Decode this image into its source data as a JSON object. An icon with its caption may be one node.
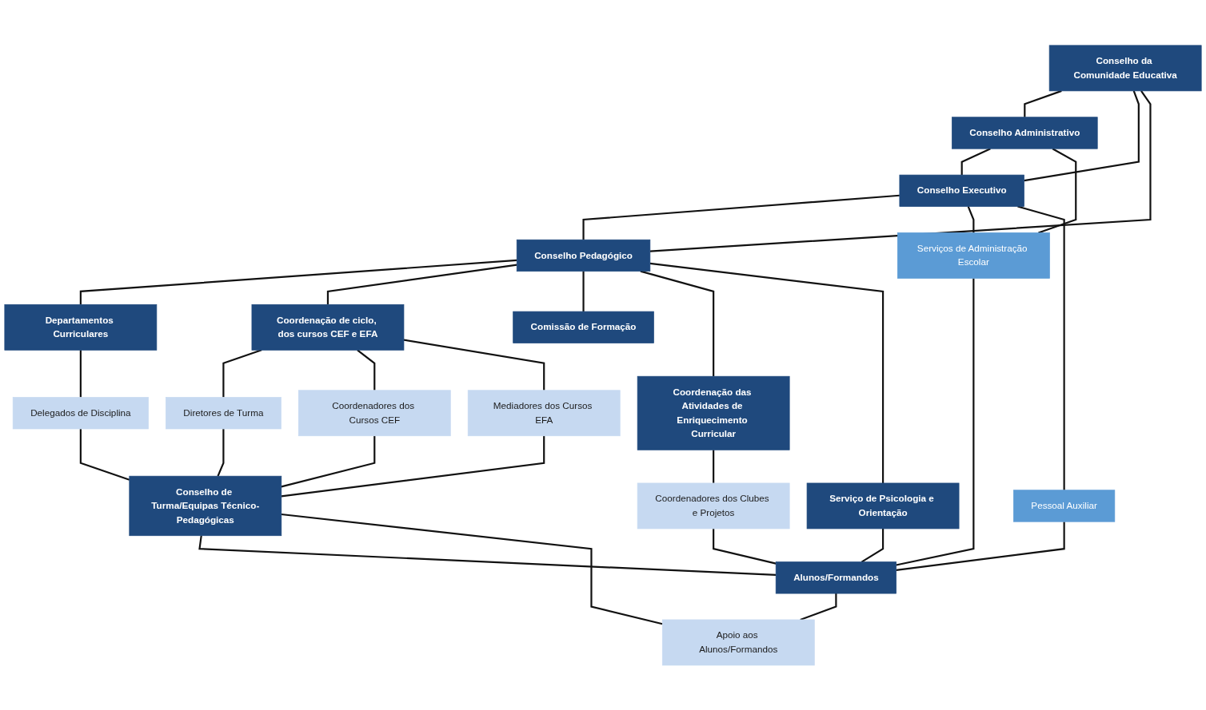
{
  "diagram": {
    "nodes": [
      {
        "text": [
          "Conselho da Comunidade Educativa"
        ]
      },
      {
        "text": [
          "Conselho Administrativo"
        ]
      },
      {
        "text": [
          "Conselho Executivo"
        ]
      },
      {
        "text": [
          "Conselho Pedagógico"
        ]
      },
      {
        "text": [
          "Departamentos Curriculares"
        ]
      },
      {
        "text": [
          "Coordenação de ciclo, dos cursos CEF e EFA"
        ]
      },
      {
        "text": [
          "Comissão de Formação"
        ]
      },
      {
        "text": [
          "Coordenação das Atividades de Enriquecimento Curricular"
        ]
      },
      {
        "text": [
          "Serviço de Psicologia e Orientação"
        ]
      },
      {
        "text": [
          "Serviços de Administração Escolar"
        ]
      },
      {
        "text": [
          "Pessoal Auxiliar"
        ]
      },
      {
        "text": [
          "Delegados de Disciplina"
        ]
      },
      {
        "text": [
          "Diretores de Turma"
        ]
      },
      {
        "text": [
          "Coordenadores dos Cursos CEF"
        ]
      },
      {
        "text": [
          "Mediadores dos Cursos EFA"
        ]
      },
      {
        "text": [
          "Coordenadores dos Clubes e Projetos"
        ]
      },
      {
        "text": [
          "Conselho de Turma/Equipas Técnico-Pedagógicas"
        ]
      },
      {
        "text": [
          "Alunos/Formandos"
        ]
      },
      {
        "text": [
          "Apoio aos Alunos/Formandos"
        ]
      }
    ],
    "edges": [
      {
        "from": 0,
        "to": 1,
        "arrow": "none"
      },
      {
        "from": 0,
        "to": 2,
        "arrow": "none"
      },
      {
        "from": 0,
        "to": 3,
        "arrow": "none"
      },
      {
        "from": 1,
        "to": 2,
        "arrow": "none"
      },
      {
        "from": 2,
        "to": 3,
        "arrow": "none"
      },
      {
        "from": 3,
        "to": 4,
        "arrow": "none"
      },
      {
        "from": 3,
        "to": 5,
        "arrow": "none"
      },
      {
        "from": 3,
        "to": 6,
        "arrow": "none"
      },
      {
        "from": 3,
        "to": 7,
        "arrow": "none"
      },
      {
        "from": 3,
        "to": 8,
        "arrow": "none"
      },
      {
        "from": 1,
        "to": 9,
        "arrow": "none"
      },
      {
        "from": 2,
        "to": 9,
        "arrow": "none"
      },
      {
        "from": 2,
        "to": 10,
        "arrow": "none"
      },
      {
        "from": 4,
        "to": 11,
        "arrow": "none"
      },
      {
        "from": 5,
        "to": 12,
        "arrow": "none"
      },
      {
        "from": 5,
        "to": 13,
        "arrow": "none"
      },
      {
        "from": 5,
        "to": 14,
        "arrow": "none"
      },
      {
        "from": 7,
        "to": 15,
        "arrow": "none"
      },
      {
        "from": 11,
        "to": 16,
        "arrow": "none"
      },
      {
        "from": 12,
        "to": 16,
        "arrow": "none"
      },
      {
        "from": 13,
        "to": 16,
        "arrow": "none"
      },
      {
        "from": 14,
        "to": 16,
        "arrow": "none"
      },
      {
        "from": 9,
        "to": 17,
        "arrow": "none"
      },
      {
        "from": 10,
        "to": 17,
        "arrow": "none"
      },
      {
        "from": 16,
        "to": 17,
        "arrow": "none"
      },
      {
        "from": 16,
        "to": 18,
        "arrow": "none"
      },
      {
        "from": 17,
        "to": 18,
        "arrow": "none"
      },
      {
        "from": 15,
        "to": 17,
        "arrow": "none"
      },
      {
        "from": 8,
        "to": 17,
        "arrow": "none"
      }
    ]
  }
}
